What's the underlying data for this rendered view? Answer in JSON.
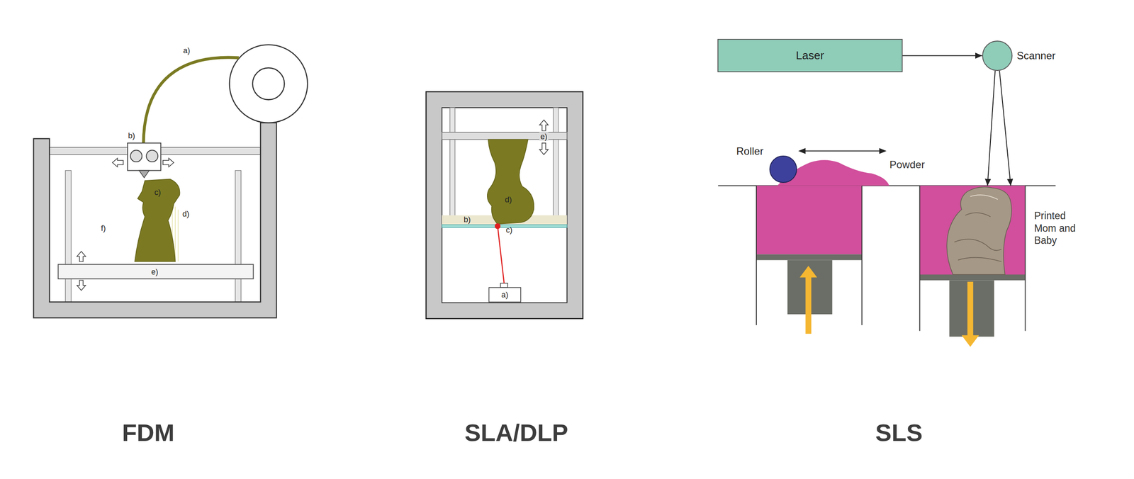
{
  "diagram": {
    "nodes": [
      {
        "text": [
          "Laser"
        ]
      },
      {
        "text": [
          "Scanner"
        ]
      },
      {
        "text": [
          "Roller"
        ]
      },
      {
        "text": [
          "Printed Mom and Baby"
        ]
      }
    ],
    "edges": [
      {
        "from": 0,
        "to": 1,
        "arrow": "to"
      },
      {
        "from": 1,
        "to": 3,
        "arrow": "to"
      },
      {
        "from": 1,
        "to": 3,
        "arrow": "to"
      }
    ],
    "labels": [
      "a)",
      "b)",
      "c)",
      "d)",
      "e)",
      "f)",
      "e)",
      "d)",
      "b)",
      "c)",
      "a)",
      "Powder",
      "FDM",
      "SLA/DLP",
      "SLS"
    ]
  }
}
